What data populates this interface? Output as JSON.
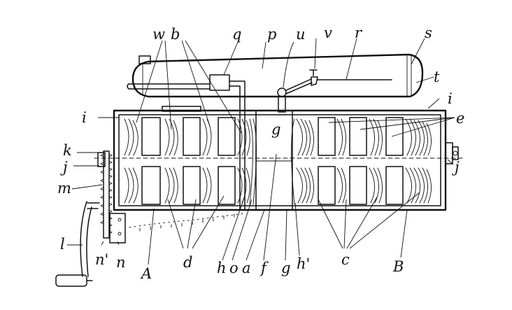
{
  "labels": {
    "w": "w",
    "b": "b",
    "q": "q",
    "p": "p",
    "u": "u",
    "v": "v",
    "r": "r",
    "s": "s",
    "t": "t",
    "i_left": "i",
    "i_right": "i",
    "e": "e",
    "g_top": "g",
    "k": "k",
    "j_left": "j",
    "j_right": "j",
    "m": "m",
    "l": "l",
    "n_prime": "n'",
    "n": "n",
    "A": "A",
    "d": "d",
    "h": "h",
    "o": "o",
    "a": "a",
    "f": "f",
    "g_bottom": "g",
    "h_prime": "h'",
    "c": "c",
    "B": "B"
  }
}
